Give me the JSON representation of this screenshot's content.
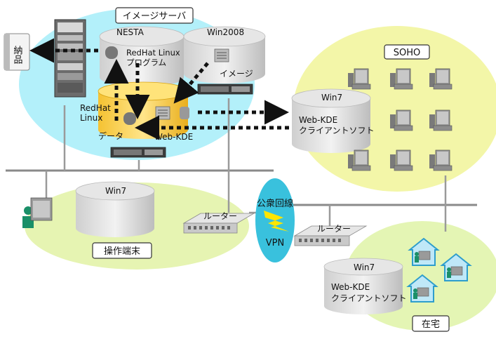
{
  "regions": {
    "image_server": "イメージサーバ",
    "soho": "SOHO",
    "operation_terminal": "操作端末",
    "home": "在宅"
  },
  "nodes": {
    "delivery": "納品",
    "nesta": "NESTA",
    "nesta_desc": [
      "RedHat Linux",
      "プログラム"
    ],
    "win2008": "Win2008",
    "image": "イメージ",
    "redhat": [
      "RedHat",
      "Linux"
    ],
    "data": "データ",
    "web_kde": "Web-KDE",
    "win7_soho": "Win7",
    "client_soho": [
      "Web-KDE",
      "クライアントソフト"
    ],
    "win7_operation": "Win7",
    "router_left": "ルーター",
    "public_network": "公衆回線",
    "vpn": "VPN",
    "router_right": "ルーター",
    "win7_home": "Win7",
    "client_home": [
      "Web-KDE",
      "クライアントソフト"
    ]
  },
  "colors": {
    "server_region": "#b3f0fa",
    "office_region": "#f3f6a8",
    "home_region": "#e4f5b4",
    "cylinder": "#d9d9d9",
    "db_highlight": "#ffd64a",
    "vpn": "#39c1dd",
    "lightning": "#ffe600",
    "arrow": "#111111",
    "person": "#1a8f68"
  }
}
